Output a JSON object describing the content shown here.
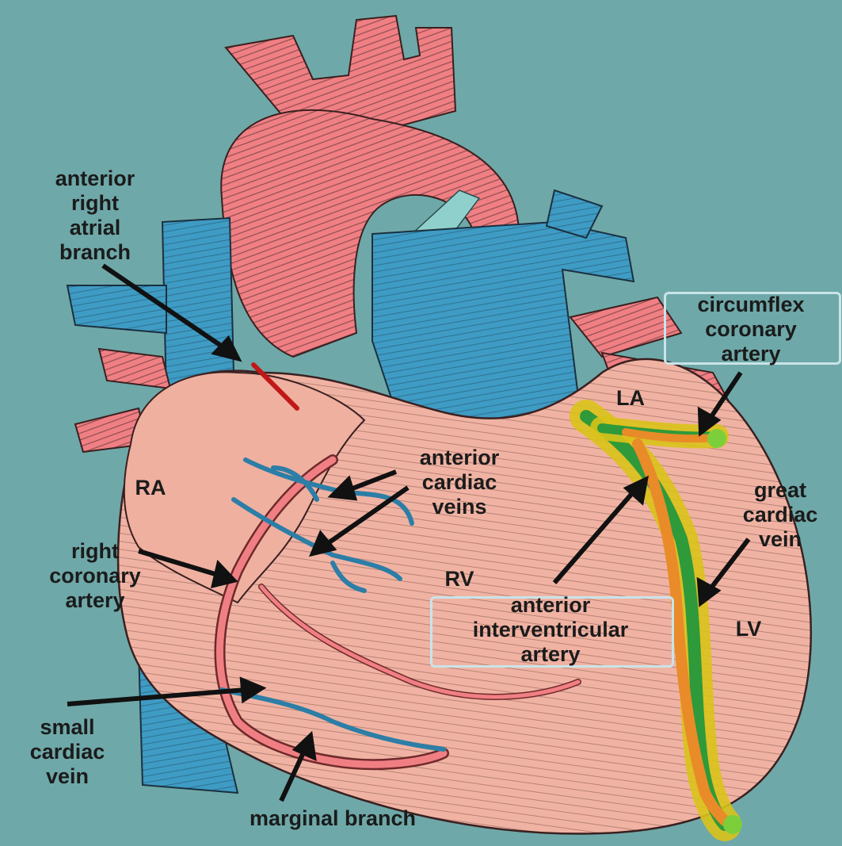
{
  "labels": {
    "anterior_right_atrial_branch": "anterior\nright\natrial\nbranch",
    "circumflex_coronary_artery": "circumflex\ncoronary\nartery",
    "la": "LA",
    "ra": "RA",
    "anterior_cardiac_veins": "anterior\ncardiac\nveins",
    "great_cardiac_vein": "great\ncardiac\nvein",
    "right_coronary_artery": "right\ncoronary\nartery",
    "rv": "RV",
    "anterior_interventricular_artery": "anterior\ninterventricular\nartery",
    "lv": "LV",
    "small_cardiac_vein": "small\ncardiac\nvein",
    "marginal_branch": "marginal branch"
  },
  "colors": {
    "background": "#6fa8a8",
    "artery_red": "#f07f84",
    "vein_blue": "#3e9bc4",
    "myocardium": "#f0b3a3",
    "highlight_yellow": "#d9c21a",
    "highlight_green": "#2e9a3a",
    "artery_orange": "#e98b28",
    "box_border": "#c9e4e8"
  }
}
